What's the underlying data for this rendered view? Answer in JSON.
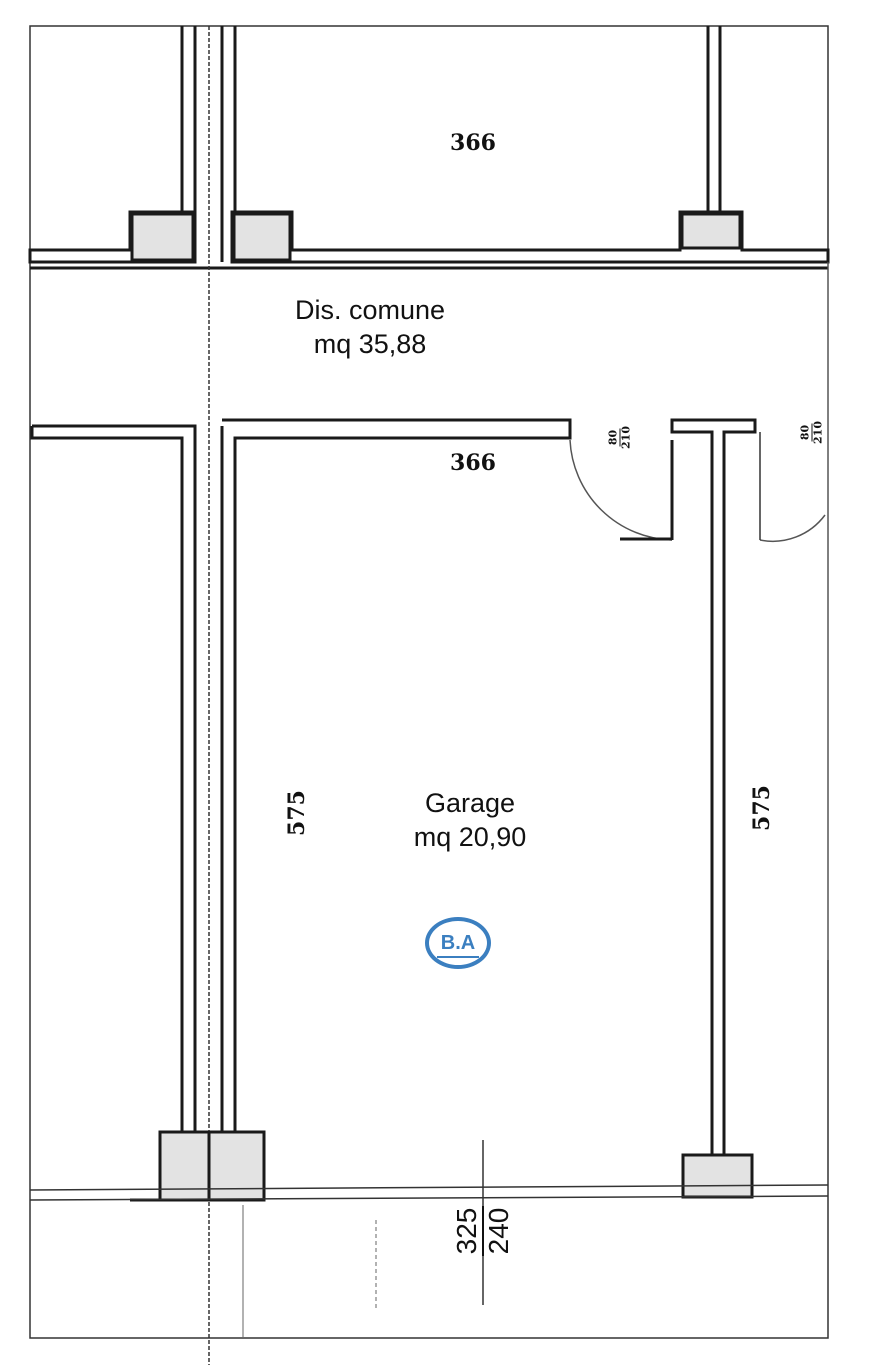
{
  "rooms": {
    "corridor": {
      "name": "Dis. comune",
      "area": "mq 35,88"
    },
    "garage": {
      "name": "Garage",
      "area": "mq 20,90"
    }
  },
  "dimensions": {
    "top_room_width": "366",
    "garage_width": "366",
    "garage_left_length": "575",
    "garage_right_length": "575",
    "door_1": {
      "width": "80",
      "height": "210"
    },
    "door_2": {
      "width": "80",
      "height": "210"
    },
    "opening": {
      "width": "325",
      "height": "240"
    }
  },
  "stamp": {
    "text": "B.A",
    "color": "#3b7fc0"
  }
}
